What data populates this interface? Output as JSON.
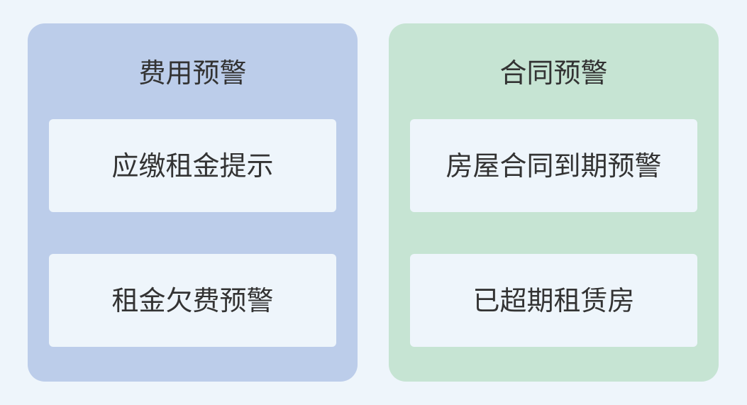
{
  "colors": {
    "background": "#EEF5FB",
    "panel_fee": "#BCCDEA",
    "panel_contract": "#C6E4D3",
    "card": "#EEF5FB",
    "text": "#333333"
  },
  "panels": [
    {
      "title": "费用预警",
      "items": [
        "应缴租金提示",
        "租金欠费预警"
      ]
    },
    {
      "title": "合同预警",
      "items": [
        "房屋合同到期预警",
        "已超期租赁房"
      ]
    }
  ]
}
